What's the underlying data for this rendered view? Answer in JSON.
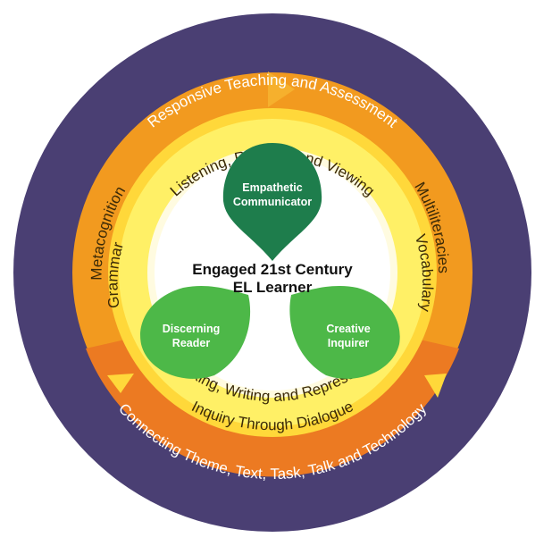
{
  "outer_ring": {
    "top": "Responsive Teaching and Assessment",
    "bottom": "Connecting Theme, Text, Task, Talk and Technology"
  },
  "orange_ring": {
    "left": "Metacognition",
    "right": "Multiliteracies",
    "bottom": "Inquiry Through Dialogue"
  },
  "yellow_ring": {
    "top": "Listening, Reading and Viewing",
    "left": "Grammar",
    "right": "Vocabulary",
    "bottom": "Speaking, Writing and Representing"
  },
  "center": {
    "title_line1": "Engaged 21st Century",
    "title_line2": "EL Learner"
  },
  "petals": {
    "top": {
      "line1": "Empathetic",
      "line2": "Communicator",
      "color": "#1e7d4c"
    },
    "left": {
      "line1": "Discerning",
      "line2": "Reader",
      "color": "#4db848"
    },
    "right": {
      "line1": "Creative",
      "line2": "Inquirer",
      "color": "#4db848"
    }
  },
  "colors": {
    "outer": "#4a3f73",
    "orange": "#f29a1f",
    "orange_dark": "#ec7a22",
    "yellow": "#fff066",
    "yellow_light": "#fffac2"
  }
}
